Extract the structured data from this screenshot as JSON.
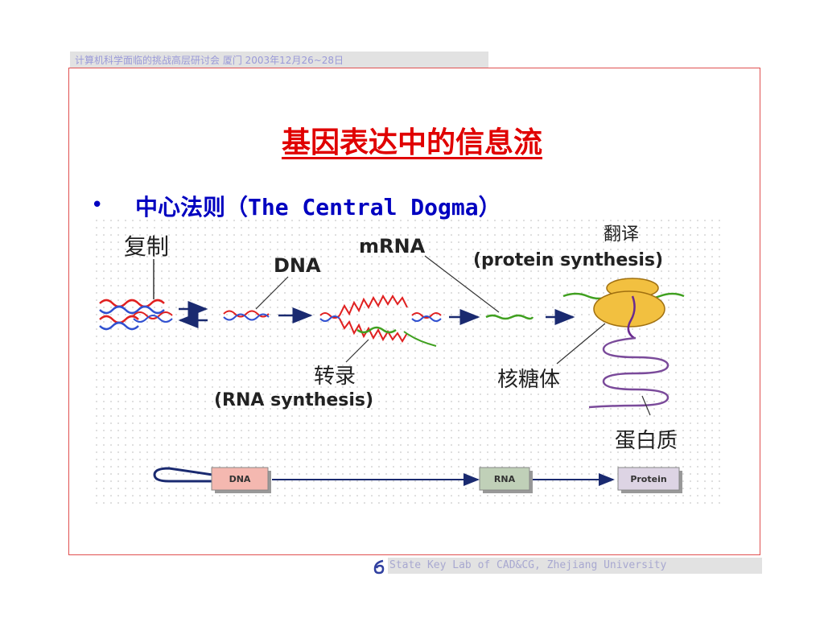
{
  "header": {
    "text": "计算机科学面临的挑战高层研讨会 厦门 2003年12月26~28日"
  },
  "slide": {
    "title": "基因表达中的信息流",
    "bullet": "中心法则（The Central Dogma）"
  },
  "diagram": {
    "replication_label": "复制",
    "dna_label": "DNA",
    "mrna_label": "mRNA",
    "translation_cn": "翻译",
    "translation_en": "(protein synthesis)",
    "transcription_cn": "转录",
    "transcription_en": "(RNA synthesis)",
    "ribosome_label": "核糖体",
    "protein_label": "蛋白质",
    "flow": {
      "dna_box": "DNA",
      "rna_box": "RNA",
      "protein_box": "Protein"
    },
    "colors": {
      "dna_red": "#e02020",
      "dna_blue": "#3050d0",
      "rna_green": "#40a020",
      "ribosome": "#f2c040",
      "protein": "#8050a0",
      "arrow": "#1a2a70"
    }
  },
  "footer": {
    "text": "State Key Lab of CAD&CG, Zhejiang University"
  }
}
